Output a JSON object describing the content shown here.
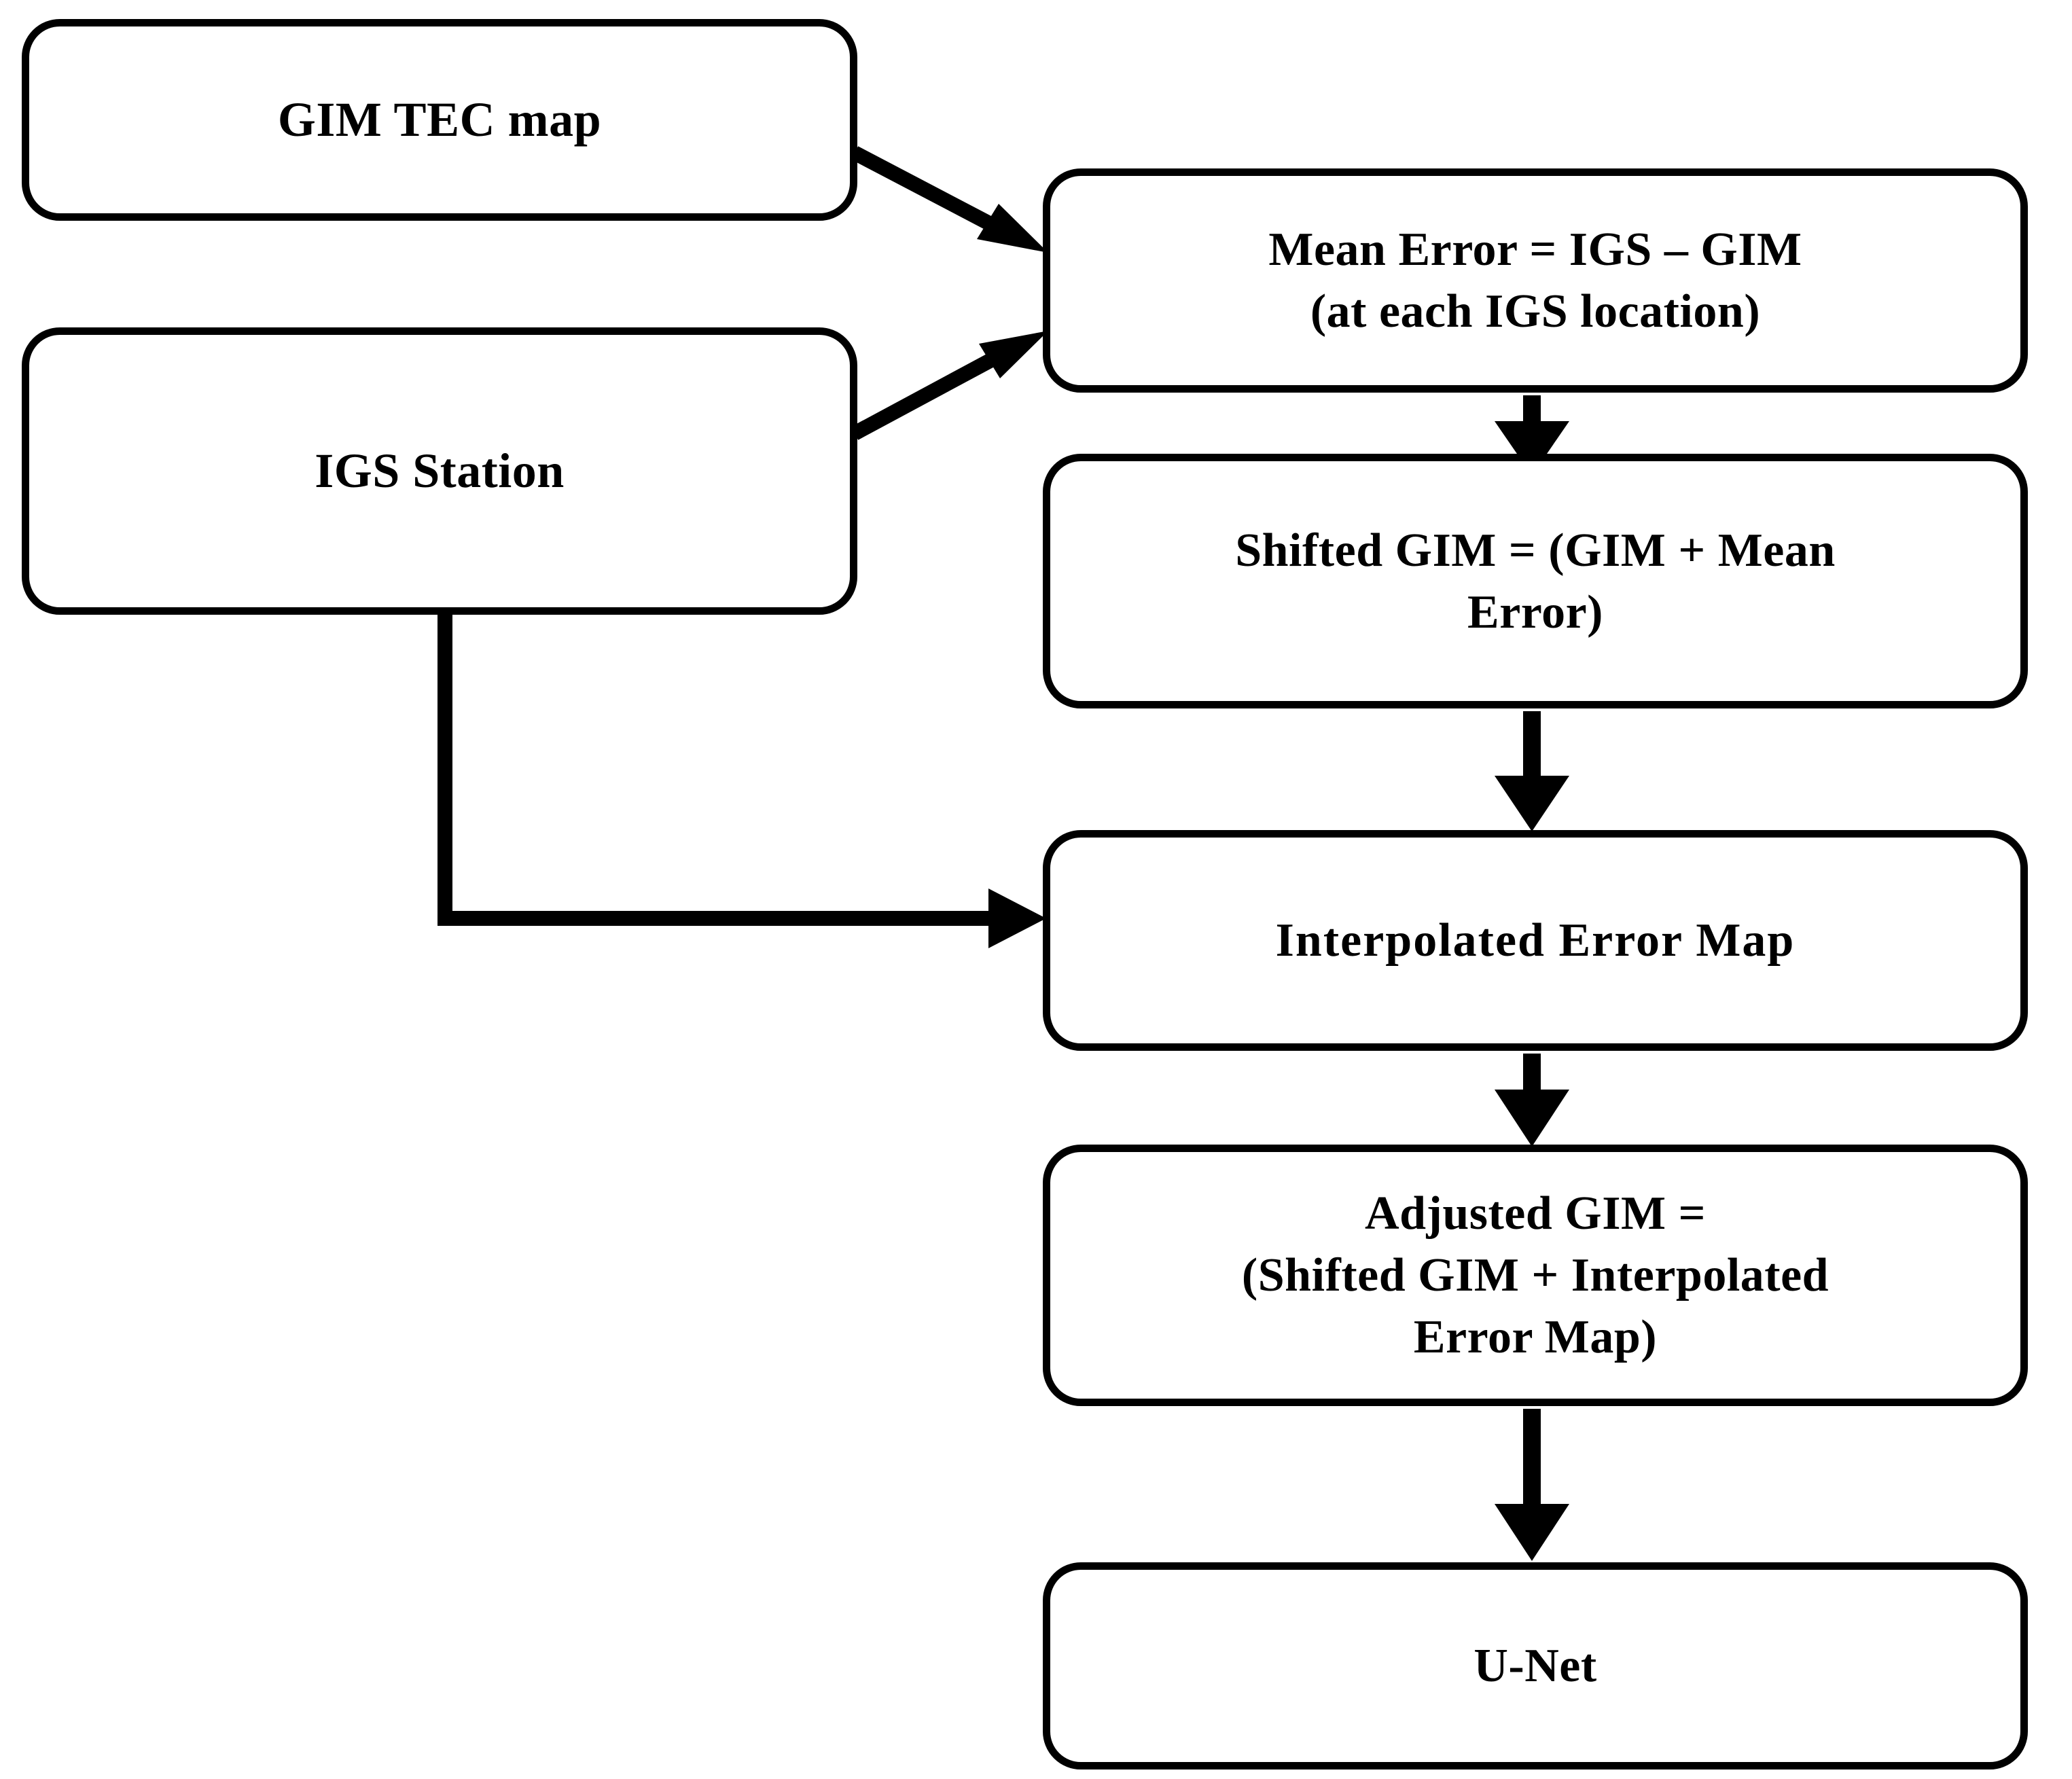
{
  "diagram": {
    "title": "GIM TEC correction and U-Net pipeline flowchart",
    "background_color": "#ffffff",
    "stroke_color": "#000000",
    "nodes": [
      {
        "id": "gim-tec-map",
        "label": "GIM TEC map",
        "shape": "rounded-rectangle"
      },
      {
        "id": "igs-station",
        "label": "IGS Station",
        "shape": "rounded-rectangle"
      },
      {
        "id": "mean-error",
        "label": "Mean Error = IGS – GIM\n(at each IGS location)",
        "shape": "rounded-rectangle"
      },
      {
        "id": "shifted-gim",
        "label": "Shifted GIM = (GIM + Mean\nError)",
        "shape": "rounded-rectangle"
      },
      {
        "id": "interpolated-error-map",
        "label": "Interpolated  Error  Map",
        "shape": "rounded-rectangle"
      },
      {
        "id": "adjusted-gim",
        "label": "Adjusted GIM =\n(Shifted GIM + Interpolated\nError  Map)",
        "shape": "rounded-rectangle"
      },
      {
        "id": "unet",
        "label": "U-Net",
        "shape": "rounded-rectangle"
      }
    ],
    "edges": [
      {
        "id": "gim-to-mean-error",
        "from": "gim-tec-map",
        "to": "mean-error",
        "style": "diagonal-arrow"
      },
      {
        "id": "igs-to-mean-error",
        "from": "igs-station",
        "to": "mean-error",
        "style": "diagonal-arrow"
      },
      {
        "id": "igs-to-interpolated-map",
        "from": "igs-station",
        "to": "interpolated-error-map",
        "style": "elbow-arrow"
      },
      {
        "id": "mean-error-to-shifted-gim",
        "from": "mean-error",
        "to": "shifted-gim",
        "style": "vertical-arrow"
      },
      {
        "id": "shifted-gim-to-interpolated",
        "from": "shifted-gim",
        "to": "interpolated-error-map",
        "style": "vertical-arrow"
      },
      {
        "id": "interpolated-to-adjusted-gim",
        "from": "interpolated-error-map",
        "to": "adjusted-gim",
        "style": "vertical-arrow"
      },
      {
        "id": "adjusted-gim-to-unet",
        "from": "adjusted-gim",
        "to": "unet",
        "style": "vertical-arrow"
      }
    ]
  }
}
